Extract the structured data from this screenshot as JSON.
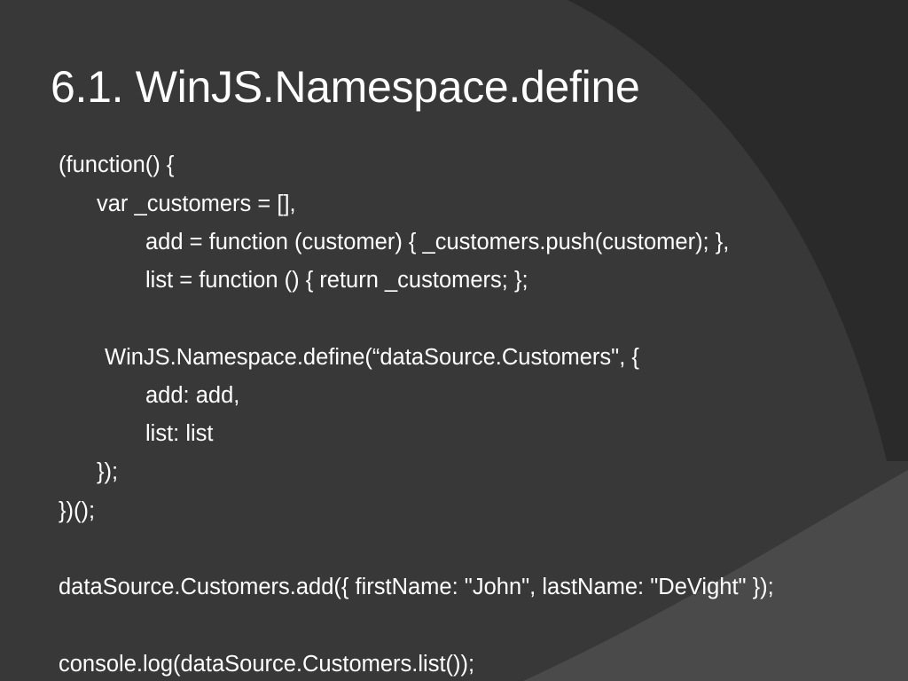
{
  "slide": {
    "title": "6.1. WinJS.Namespace.define",
    "code_lines": [
      "(function() {",
      "var  _customers = [],",
      "add = function (customer) { _customers.push(customer); },",
      "list = function () { return _customers; };",
      "WinJS.Namespace.define(“dataSource.Customers\", {",
      "add: add,",
      "list: list",
      "});",
      "})();",
      "dataSource.Customers.add({ firstName: \"John\", lastName: \"DeVight\" });",
      "console.log(dataSource.Customers.list());"
    ]
  },
  "colors": {
    "background": "#383838",
    "text": "#ffffff",
    "accent_shape": "#2a2a2a",
    "light_shape": "#4a4a4a"
  }
}
